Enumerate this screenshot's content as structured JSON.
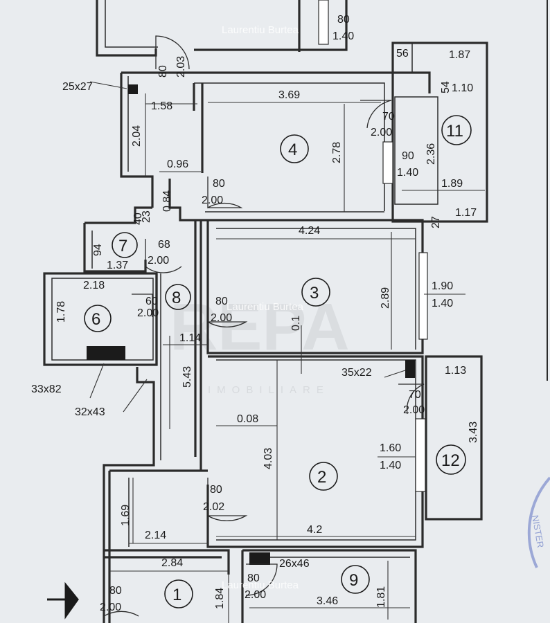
{
  "rooms": [
    {
      "id": "r1",
      "number": "1"
    },
    {
      "id": "r2",
      "number": "2"
    },
    {
      "id": "r3",
      "number": "3"
    },
    {
      "id": "r4",
      "number": "4"
    },
    {
      "id": "r6",
      "number": "6"
    },
    {
      "id": "r7",
      "number": "7"
    },
    {
      "id": "r8",
      "number": "8"
    },
    {
      "id": "r9",
      "number": "9"
    },
    {
      "id": "r11",
      "number": "11"
    },
    {
      "id": "r12",
      "number": "12"
    }
  ],
  "dimensions": {
    "top_win_80": "80",
    "top_win_140": "1.40",
    "door_80_entry_top": "80",
    "door_203": "2.03",
    "duct_25x27": "25x27",
    "d_158": "1.58",
    "d_204": "2.04",
    "d_096": "0.96",
    "d_084": "0.84",
    "d_369": "3.69",
    "d_278": "2.78",
    "d4_door_80": "80",
    "d4_door_200": "2.00",
    "d_70_a": "70",
    "d_200_a": "2.00",
    "d_90": "90",
    "d_140_a": "1.40",
    "d_236": "2.36",
    "d_56": "56",
    "d_187": "1.87",
    "d_54": "54",
    "d_110": "1.10",
    "d_189": "1.89",
    "d_117": "1.17",
    "d_27": "27",
    "d_424": "4.24",
    "d_289": "2.89",
    "d_01": "0.1",
    "d_190": "1.90",
    "d_140_b": "1.40",
    "d3_door_80": "80",
    "d3_door_200": "2.00",
    "d_94": "94",
    "d_137": "1.37",
    "d_40": "40",
    "d_23": "23",
    "d_68": "68",
    "d_200_b": "2.00",
    "d_218": "2.18",
    "d_178": "1.78",
    "d_60": "60",
    "d_200_c": "2.00",
    "d_114": "1.14",
    "d_543": "5.43",
    "duct_33x82": "33x82",
    "duct_32x43": "32x43",
    "duct_35x22": "35x22",
    "d_70_b": "70",
    "d_200_d": "2.00",
    "d_113": "1.13",
    "d_343": "3.43",
    "d_008": "0.08",
    "d_403": "4.03",
    "d_160": "1.60",
    "d_140_c": "1.40",
    "d2_door_80": "80",
    "d2_door_202": "2.02",
    "d_169": "1.69",
    "d_214": "2.14",
    "d_42": "4.2",
    "d_284": "2.84",
    "duct_26x46": "26x46",
    "d_184": "1.84",
    "d_80_e": "80",
    "d_200_e": "2.00",
    "d_346": "3.46",
    "d_181": "1.81",
    "entry_80": "80",
    "entry_200": "2.00"
  },
  "watermark": {
    "author": "Laurentiu Burtea",
    "logo_text": "REPA",
    "logo_subtitle": "IMOBILIARE"
  },
  "stamp_text": "NISTER",
  "colors": {
    "paper": "#e9ecef",
    "ink": "#1b1b1b"
  }
}
